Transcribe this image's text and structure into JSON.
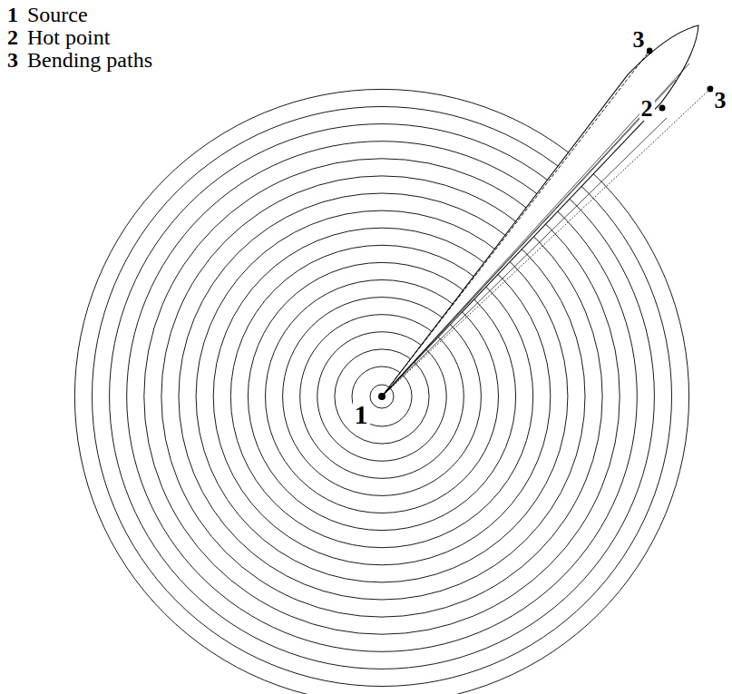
{
  "diagram": {
    "labels": [
      "1",
      "Source",
      "2",
      "Hot point",
      "3",
      "Bending paths",
      "1",
      "2",
      "3",
      "3"
    ]
  }
}
